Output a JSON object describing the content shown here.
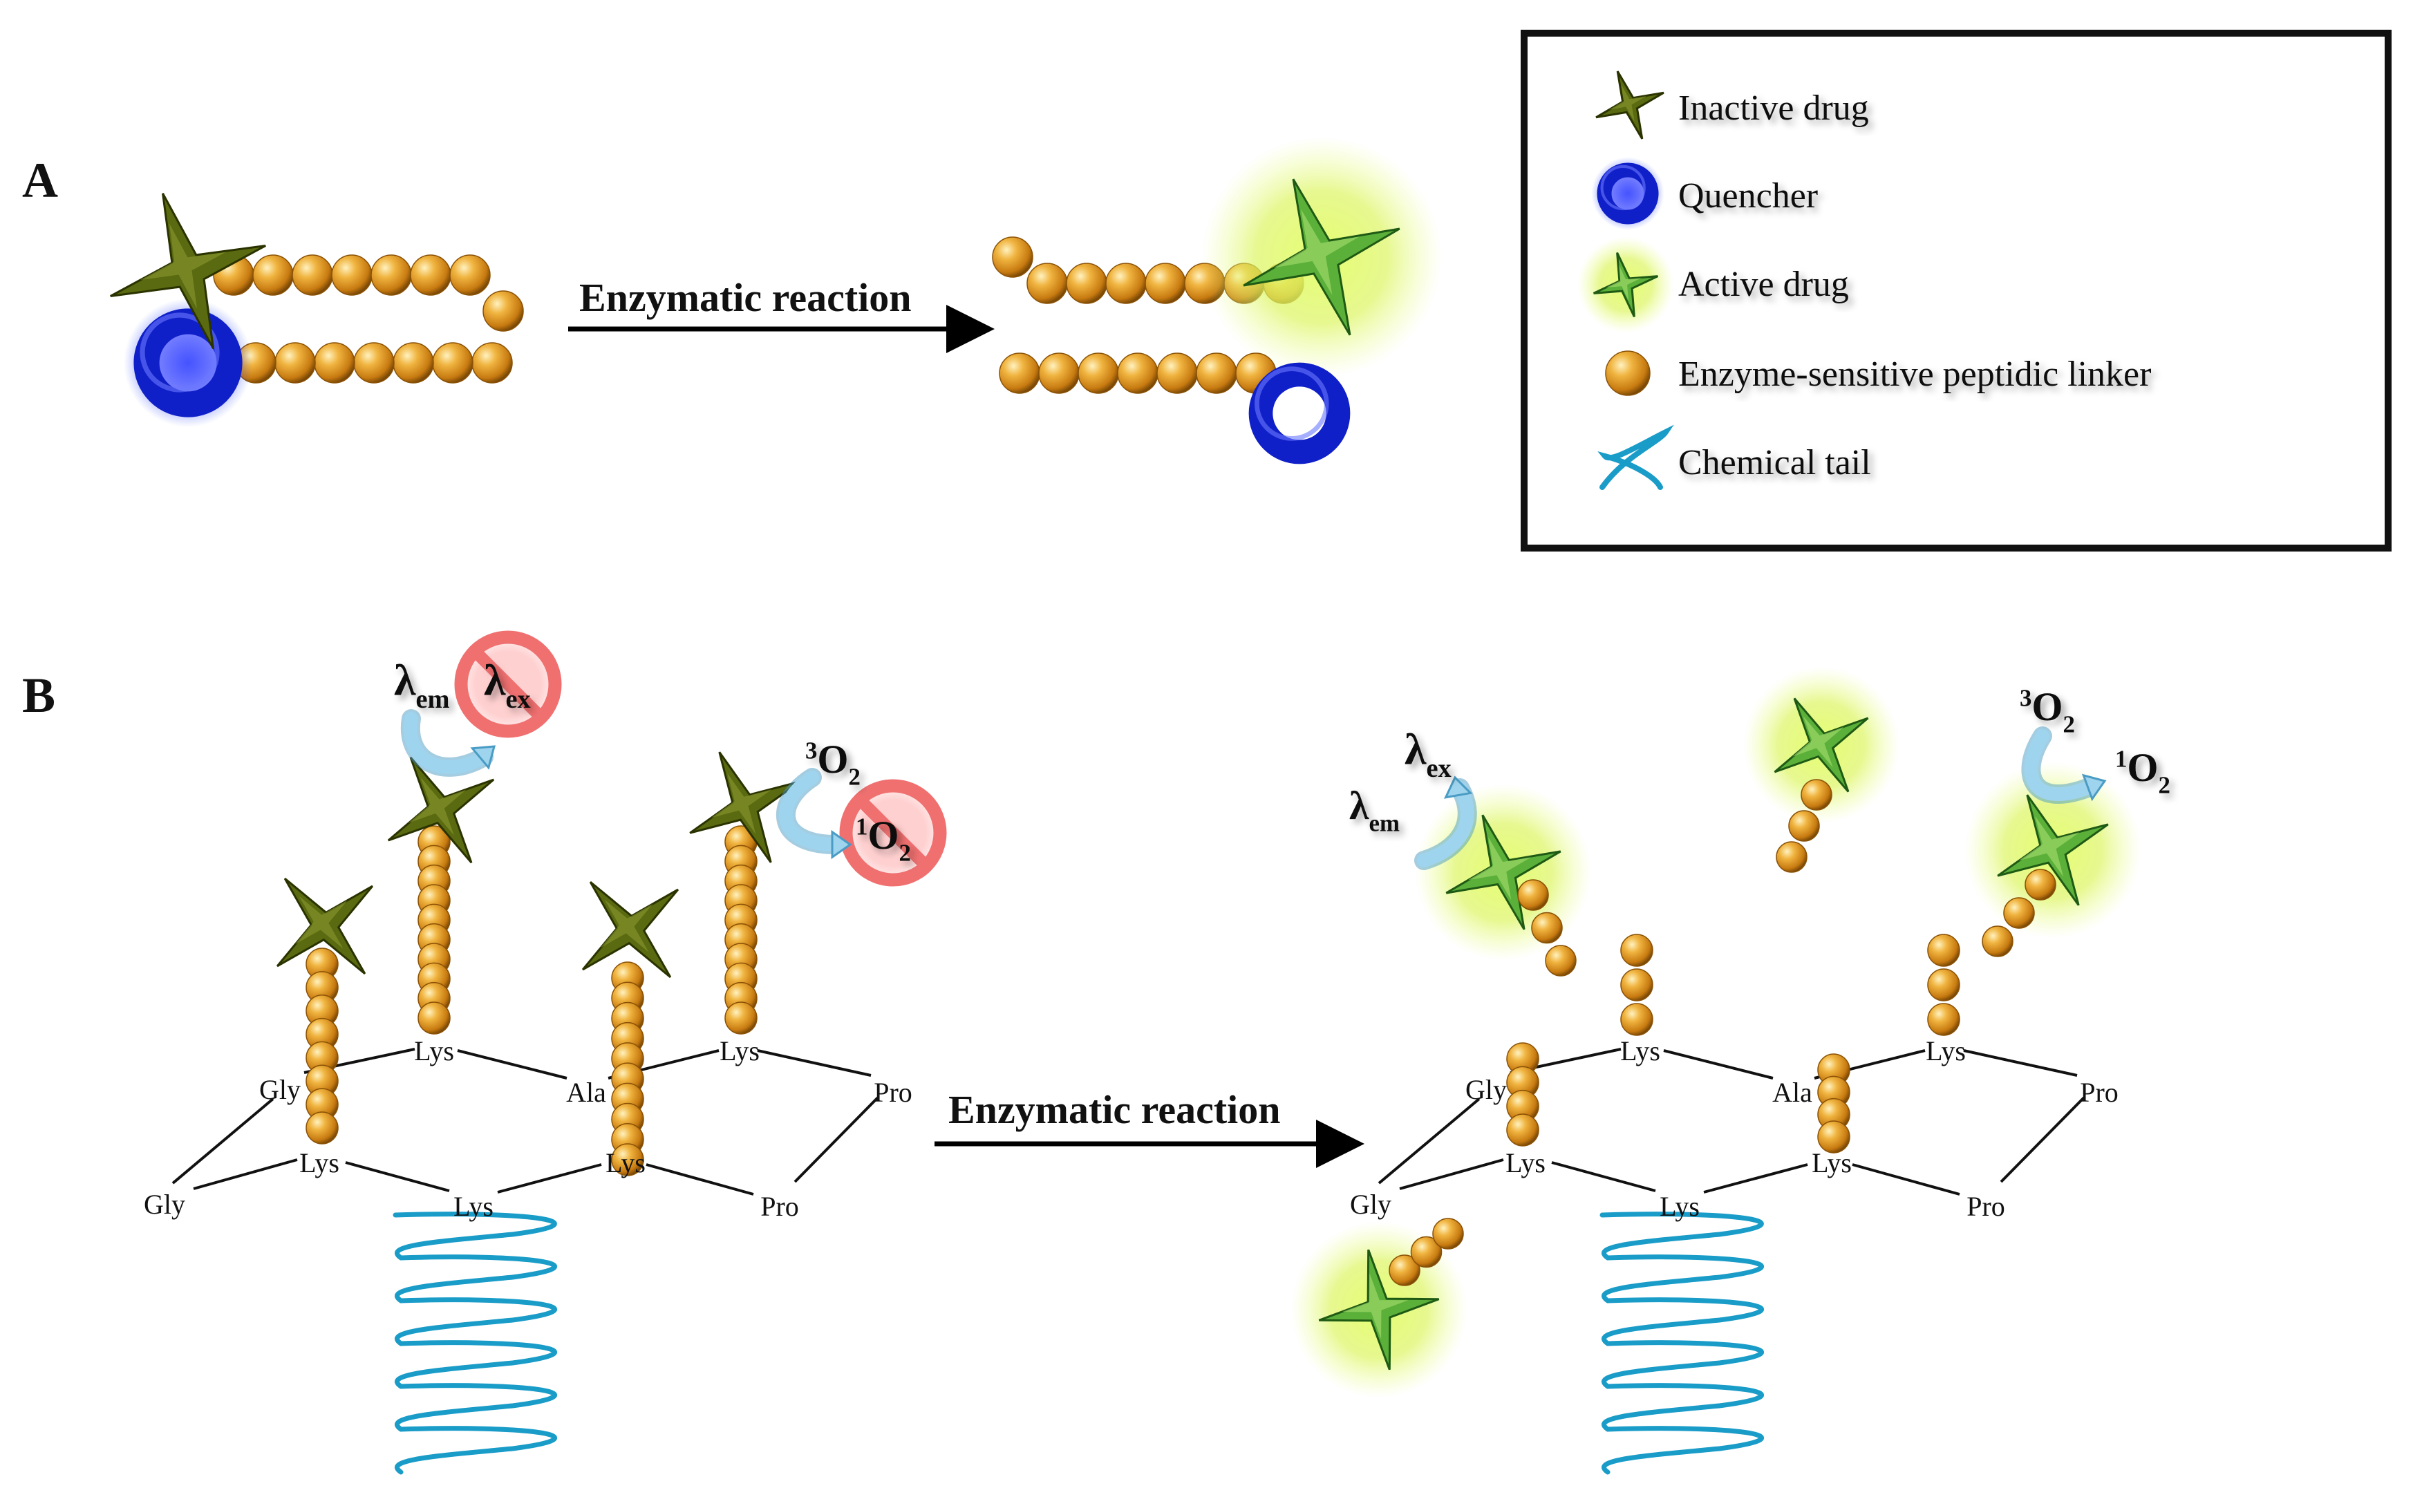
{
  "panels": {
    "a_label": "A",
    "b_label": "B"
  },
  "reaction_label_a": "Enzymatic reaction",
  "reaction_label_b": "Enzymatic reaction",
  "legend": {
    "items": [
      {
        "icon": "inactive-drug-star-icon",
        "label": "Inactive drug"
      },
      {
        "icon": "quencher-ring-icon",
        "label": "Quencher"
      },
      {
        "icon": "active-drug-star-icon",
        "label": "Active drug"
      },
      {
        "icon": "linker-bead-icon",
        "label": "Enzyme-sensitive peptidic linker"
      },
      {
        "icon": "chemical-tail-icon",
        "label": "Chemical tail"
      }
    ]
  },
  "peptide_left": {
    "residues": [
      "Gly",
      "Lys",
      "Ala",
      "Lys",
      "Pro",
      "Pro",
      "Lys",
      "Lys",
      "Lys",
      "Gly"
    ]
  },
  "peptide_right": {
    "residues": [
      "Gly",
      "Lys",
      "Ala",
      "Lys",
      "Pro",
      "Pro",
      "Lys",
      "Lys",
      "Lys",
      "Gly"
    ]
  },
  "photo_labels": {
    "lambda": "λ",
    "em": "em",
    "ex": "ex",
    "o2": "O",
    "two": "2",
    "triplet": "3",
    "singlet": "1"
  },
  "colors": {
    "inactive_drug": "#5a6a10",
    "active_drug": "#5bb03a",
    "glow": "#d8f55a",
    "quencher": "#1020c8",
    "bead": "#e6a028",
    "tail": "#1a9cc8",
    "forbidden": "#f07070",
    "photo_arrow": "#9fd4ee"
  }
}
